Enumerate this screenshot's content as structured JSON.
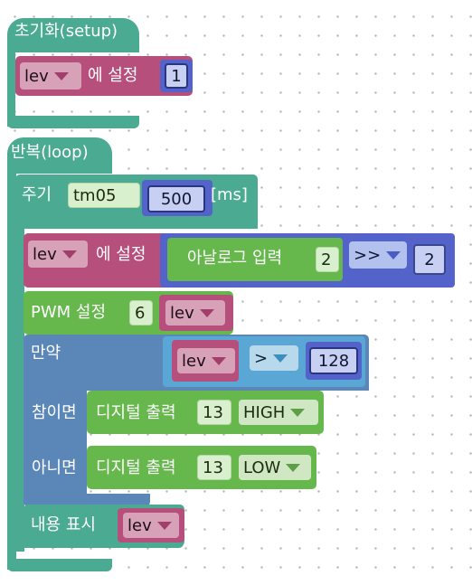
{
  "setup": {
    "hat_label": "초기화(setup)",
    "set_var": {
      "var": "lev",
      "label": "에 설정",
      "value": "1"
    }
  },
  "loop": {
    "hat_label": "반복(loop)",
    "period": {
      "label": "주기",
      "timer": "tm05",
      "value": "500",
      "unit": "[ms]"
    },
    "set_var": {
      "var": "lev",
      "label": "에 설정",
      "analog_label": "아날로그 입력",
      "analog_pin": "2",
      "op": ">>",
      "shift": "2"
    },
    "pwm": {
      "label": "PWM 설정",
      "pin": "6",
      "var": "lev"
    },
    "if_block": {
      "label": "만약",
      "var": "lev",
      "op": ">",
      "value": "128",
      "then_label": "참이면",
      "else_label": "아니면",
      "then_action": {
        "label": "디지털 출력",
        "pin": "13",
        "level": "HIGH"
      },
      "else_action": {
        "label": "디지털 출력",
        "pin": "13",
        "level": "LOW"
      }
    },
    "display": {
      "label": "내용 표시",
      "var": "lev"
    }
  },
  "colors": {
    "teal": "#4aaa92",
    "green": "#66b84d",
    "rose": "#b64f7c",
    "indigo": "#5363c9",
    "blue": "#5b86b8",
    "cyan": "#5aa6d4"
  }
}
